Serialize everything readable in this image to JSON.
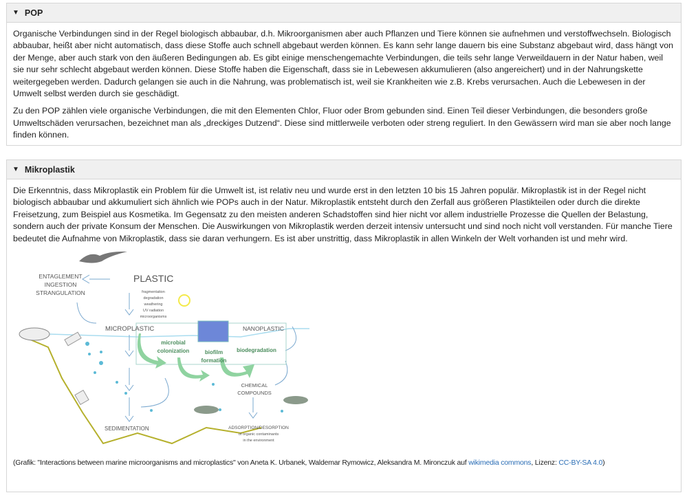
{
  "sections": [
    {
      "title": "POP",
      "paragraphs": [
        "Organische Verbindungen sind in der Regel biologisch abbaubar, d.h. Mikroorganismen aber auch Pflanzen und Tiere können sie aufnehmen und verstoffwechseln. Biologisch abbaubar, heißt aber nicht automatisch, dass diese Stoffe auch schnell abgebaut werden können. Es kann sehr lange dauern bis eine Substanz abgebaut wird, dass hängt von der Menge, aber auch stark von den äußeren Bedingungen ab. Es gibt einige menschengemachte Verbindungen, die teils sehr lange Verweildauern in der Natur haben, weil sie nur sehr schlecht abgebaut werden können. Diese Stoffe haben die Eigenschaft, dass sie in Lebewesen akkumulieren (also angereichert) und in der Nahrungskette weitergegeben werden. Dadurch gelangen sie auch in die Nahrung, was problematisch ist, weil sie Krankheiten wie z.B. Krebs verursachen. Auch die Lebewesen in der Umwelt selbst werden durch sie geschädigt.",
        "Zu den POP zählen viele organische Verbindungen, die mit den Elementen Chlor, Fluor oder Brom gebunden sind. Einen Teil dieser Verbindungen, die besonders große Umweltschäden verursachen, bezeichnet man als „dreckiges Dutzend“. Diese sind mittlerweile verboten oder streng reguliert. In den Gewässern wird man sie aber noch lange finden können."
      ]
    },
    {
      "title": "Mikroplastik",
      "paragraphs": [
        "Die Erkenntnis, dass Mikroplastik ein Problem für die Umwelt ist, ist relativ neu und wurde erst in den letzten 10 bis 15 Jahren populär. Mikroplastik ist in der Regel nicht biologisch abbaubar und akkumuliert sich ähnlich wie POPs auch in der Natur. Mikroplastik entsteht durch den Zerfall aus größeren Plastikteilen oder durch die direkte Freisetzung, zum Beispiel aus Kosmetika. Im Gegensatz zu den meisten anderen Schadstoffen sind hier nicht vor allem industrielle Prozesse die Quellen der Belastung, sondern auch der private Konsum der Menschen. Die Auswirkungen von Mikroplastik werden derzeit intensiv untersucht und sind noch nicht voll verstanden. Für manche Tiere bedeutet die Aufnahme von Mikroplastik, dass sie daran verhungern. Es ist aber unstrittig, dass Mikroplastik in allen Winkeln der Welt vorhanden ist und mehr wird."
      ],
      "figure": {
        "labels": {
          "plastic": "PLASTIC",
          "effects": [
            "ENTAGLEMENT",
            "INGESTION",
            "STRANGULATION"
          ],
          "processes": [
            "fragmentation",
            "degradation",
            "weathering",
            "UV radiation",
            "microorganisms"
          ],
          "microplastic": "MICROPLASTIC",
          "nanoplastic": "NANOPLASTIC",
          "microbial": [
            "microbial",
            "colonization"
          ],
          "biofilm": [
            "biofilm",
            "formation"
          ],
          "biodegradation": "biodegradation",
          "chemical": [
            "CHEMICAL",
            "COMPOUNDS"
          ],
          "sedimentation": "SEDIMENTATION",
          "adsorption": [
            "ADSORPTION/DESORPTION",
            "of organic contaminants",
            "in the environment"
          ]
        }
      },
      "caption": {
        "prefix": "(Grafik: \"Interactions between marine microorganisms and microplastics\" von Aneta K. Urbanek, Waldemar Rymowicz, Aleksandra M. Mironczuk auf ",
        "link1": "wikimedia commons",
        "middle": ", Lizenz: ",
        "link2": "CC-BY-SA 4.0",
        "suffix": ")"
      }
    }
  ],
  "colors": {
    "header_bg": "#f0f0f0",
    "link": "#2a6db5",
    "arrow_green": "#8fd3a0",
    "water": "#a9dcef"
  }
}
